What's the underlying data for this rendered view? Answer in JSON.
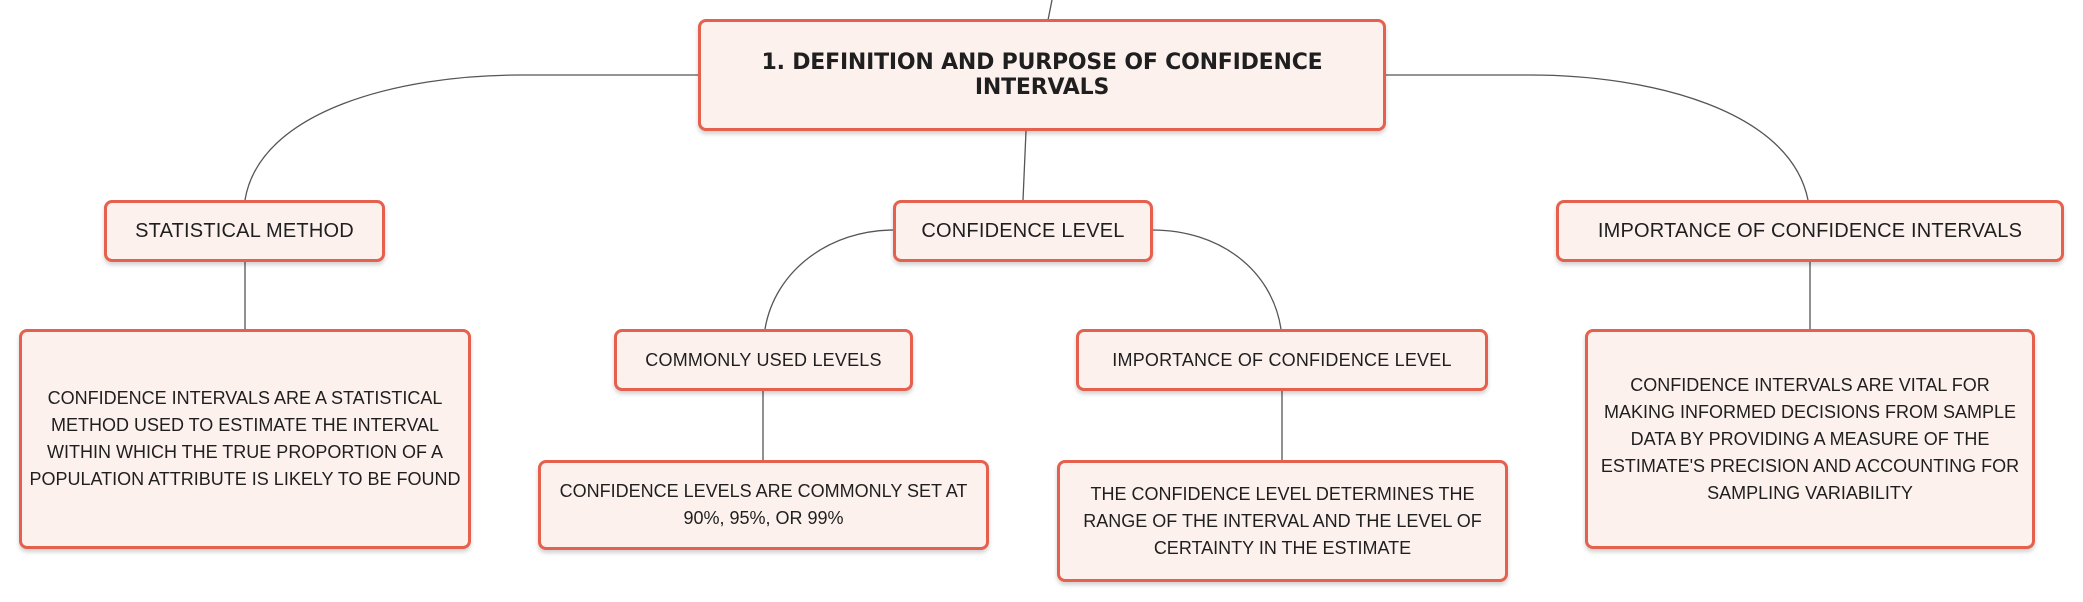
{
  "map": {
    "root": {
      "label": "1. DEFINITION AND PURPOSE OF CONFIDENCE INTERVALS"
    },
    "branches": [
      {
        "label": "STATISTICAL METHOD",
        "detail": "CONFIDENCE INTERVALS ARE A STATISTICAL METHOD USED TO ESTIMATE THE INTERVAL WITHIN WHICH THE TRUE PROPORTION OF A POPULATION ATTRIBUTE IS LIKELY TO BE FOUND"
      },
      {
        "label": "CONFIDENCE LEVEL",
        "children": [
          {
            "label": "COMMONLY USED LEVELS",
            "detail": "CONFIDENCE LEVELS ARE COMMONLY SET AT 90%, 95%, OR 99%"
          },
          {
            "label": "IMPORTANCE OF CONFIDENCE LEVEL",
            "detail": "THE CONFIDENCE LEVEL DETERMINES THE RANGE OF THE INTERVAL AND THE LEVEL OF CERTAINTY IN THE ESTIMATE"
          }
        ]
      },
      {
        "label": "IMPORTANCE OF CONFIDENCE INTERVALS",
        "detail": "CONFIDENCE INTERVALS ARE VITAL FOR MAKING INFORMED DECISIONS FROM SAMPLE DATA BY PROVIDING A MEASURE OF THE ESTIMATE'S PRECISION AND ACCOUNTING FOR SAMPLING VARIABILITY"
      }
    ],
    "colors": {
      "node_border": "#e5604d",
      "node_fill": "#fdf1ee",
      "connector": "#555555"
    }
  }
}
